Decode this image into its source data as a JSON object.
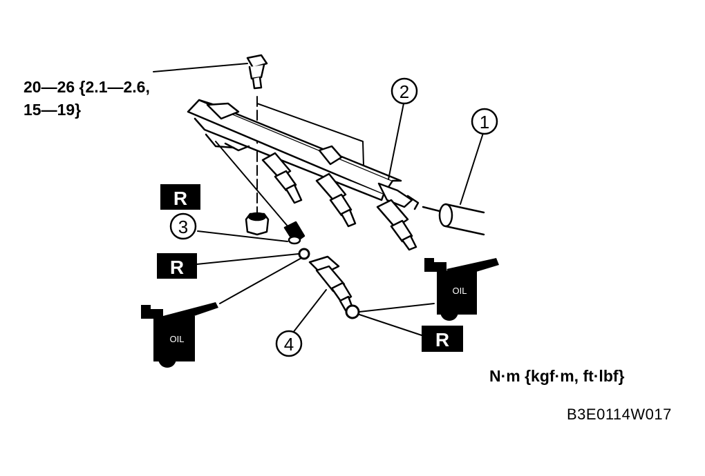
{
  "torque": {
    "line1": "20—26 {2.1—2.6,",
    "line2": "15—19}"
  },
  "unit_label": "N·m {kgf·m, ft·lbf}",
  "figure_code": "B3E0114W017",
  "callouts": [
    "1",
    "2",
    "3",
    "4"
  ],
  "replace_marker": "R",
  "oil_marker": "OIL",
  "colors": {
    "ink": "#000000",
    "paper": "#ffffff"
  }
}
